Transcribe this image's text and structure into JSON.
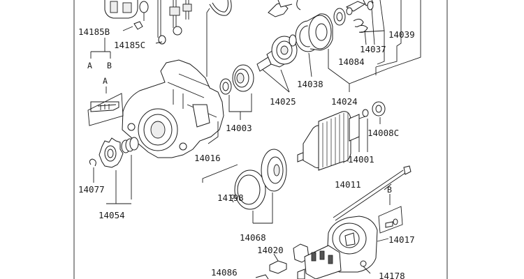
{
  "parts": [
    {
      "id": "p14185B",
      "number": "14185B"
    },
    {
      "id": "p14185C",
      "number": "14185C"
    },
    {
      "id": "pA1",
      "number": "A"
    },
    {
      "id": "pB1",
      "number": "B"
    },
    {
      "id": "pA2",
      "number": "A"
    },
    {
      "id": "p14039",
      "number": "14039"
    },
    {
      "id": "p14037",
      "number": "14037"
    },
    {
      "id": "p14084",
      "number": "14084"
    },
    {
      "id": "p14038",
      "number": "14038"
    },
    {
      "id": "p14025",
      "number": "14025"
    },
    {
      "id": "p14024",
      "number": "14024"
    },
    {
      "id": "p14003",
      "number": "14003"
    },
    {
      "id": "p14008C",
      "number": "14008C"
    },
    {
      "id": "p14016",
      "number": "14016"
    },
    {
      "id": "p14001",
      "number": "14001"
    },
    {
      "id": "p14077",
      "number": "14077"
    },
    {
      "id": "p14011",
      "number": "14011"
    },
    {
      "id": "pB2",
      "number": "B"
    },
    {
      "id": "p14198",
      "number": "14198"
    },
    {
      "id": "p14054",
      "number": "14054"
    },
    {
      "id": "p14068",
      "number": "14068"
    },
    {
      "id": "p14017",
      "number": "14017"
    },
    {
      "id": "p14020",
      "number": "14020"
    },
    {
      "id": "p14086",
      "number": "14086"
    },
    {
      "id": "p14178",
      "number": "14178"
    }
  ]
}
